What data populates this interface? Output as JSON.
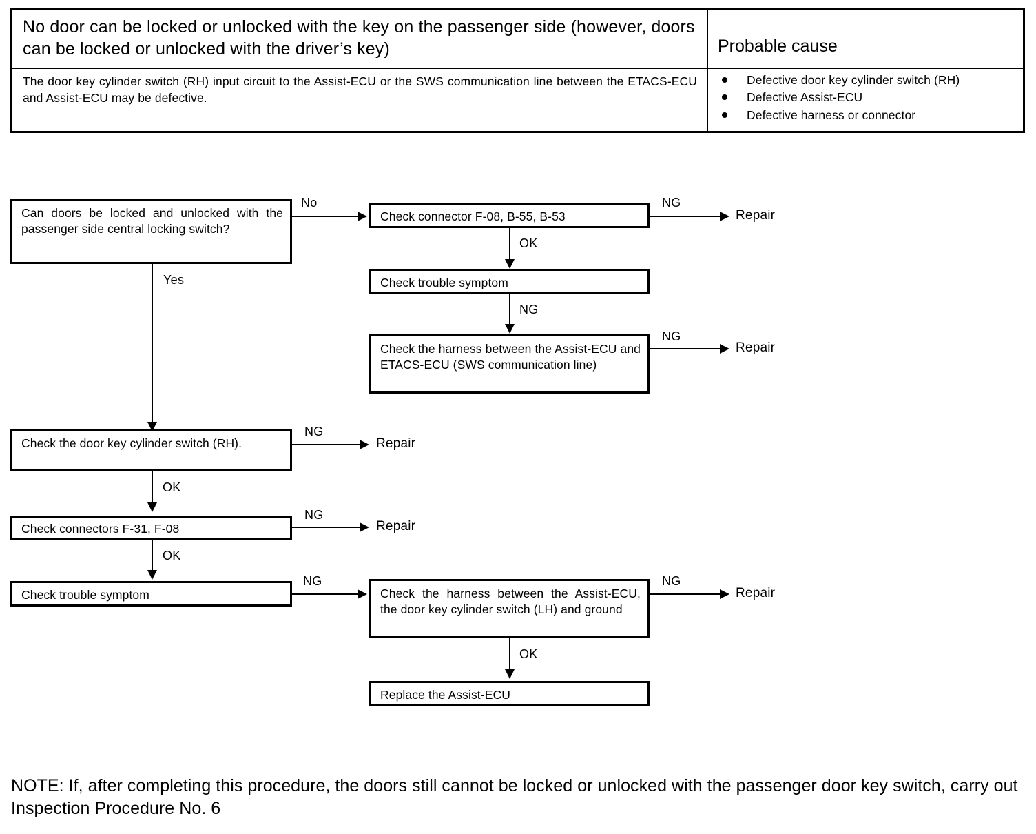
{
  "symptom_table": {
    "symptom_title": "No door can be locked or unlocked with the key on the passenger side (however, doors can be locked or unlocked with the driver’s key)",
    "probable_cause_header": "Probable cause",
    "description": "The door key cylinder switch (RH) input circuit to the Assist-ECU or the SWS communication line between the ETACS-ECU and Assist-ECU may be defective.",
    "causes": [
      "Defective door key cylinder switch (RH)",
      "Defective Assist-ECU",
      "Defective harness or connector"
    ]
  },
  "flowchart": {
    "nodes": {
      "q_central_locking": "Can doors be locked and unlocked with the passenger side central locking switch?",
      "check_connector_f08": "Check connector F-08, B-55, B-53",
      "check_trouble_symptom_top": "Check trouble symptom",
      "check_harness_etacs": "Check the harness between the Assist-ECU and ETACS-ECU (SWS communication line)",
      "check_door_key_switch": "Check the door key cylinder switch (RH).",
      "check_connectors_f31": "Check connectors F-31, F-08",
      "check_trouble_symptom_bottom": "Check trouble symptom",
      "check_harness_lh": "Check the harness between the Assist-ECU, the door key cylinder switch (LH) and ground",
      "replace_assist_ecu": "Replace the Assist-ECU"
    },
    "terminals": {
      "repair_1": "Repair",
      "repair_2": "Repair",
      "repair_3": "Repair",
      "repair_4": "Repair",
      "repair_5": "Repair"
    },
    "edge_labels": {
      "no_1": "No",
      "yes_1": "Yes",
      "ng_1": "NG",
      "ok_1": "OK",
      "ng_2": "NG",
      "ng_3": "NG",
      "ng_4": "NG",
      "ok_2": "OK",
      "ng_5": "NG",
      "ng_6": "NG",
      "ng_7": "NG",
      "ok_3": "OK",
      "ok_4": "OK"
    }
  },
  "note": "NOTE: If, after completing this procedure, the doors still cannot be locked or unlocked with the passenger door key switch, carry out Inspection Procedure No. 6"
}
